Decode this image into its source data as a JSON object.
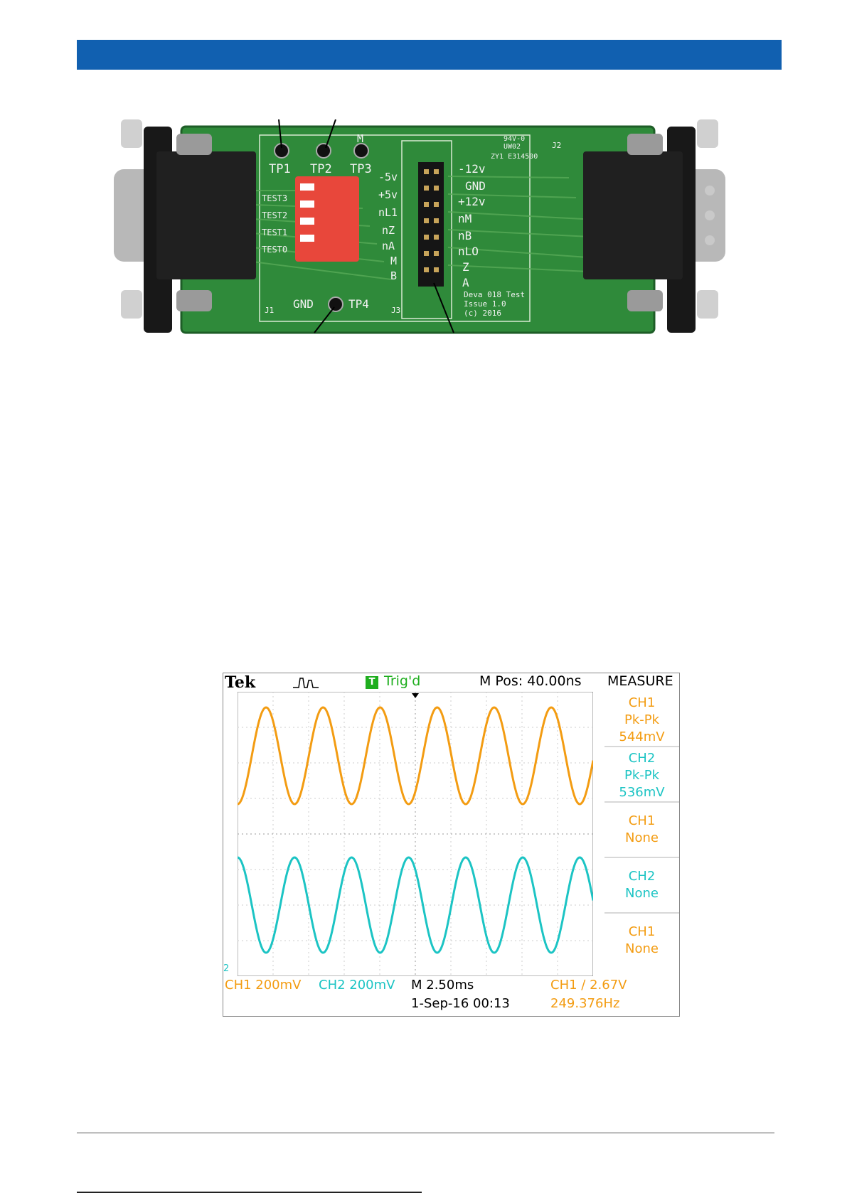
{
  "pcb": {
    "test_points": [
      "TP1",
      "TP2",
      "TP3",
      "TP4"
    ],
    "gnd_label": "GND",
    "mark_m": "M",
    "dip_labels": [
      "TEST3",
      "TEST2",
      "TEST1",
      "TEST0"
    ],
    "left_header_labels": [
      "-5v",
      "+5v",
      "nL1",
      "nZ",
      "nA",
      "M",
      "B"
    ],
    "right_header_labels": [
      "-12v",
      "GND",
      "+12v",
      "nM",
      "nB",
      "nLO",
      "Z",
      "A"
    ],
    "connector_labels": [
      "J1",
      "J3",
      "J2"
    ],
    "cert_line1": "94V-0",
    "cert_line2": "UW02",
    "cert_line3": "ZY1 E314500",
    "board_text": [
      "Deva 018 Test",
      "Issue 1.0",
      "(c) 2016"
    ]
  },
  "scope": {
    "brand": "Tek",
    "trig_box": "T",
    "trig_status": "Trig'd",
    "mpos": "M Pos: 40.00ns",
    "menu_title": "MEASURE",
    "menu": [
      {
        "ch": "CH1",
        "type": "Pk-Pk",
        "value": "544mV"
      },
      {
        "ch": "CH2",
        "type": "Pk-Pk",
        "value": "536mV"
      },
      {
        "ch": "CH1",
        "type": "None",
        "value": ""
      },
      {
        "ch": "CH2",
        "type": "None",
        "value": ""
      },
      {
        "ch": "CH1",
        "type": "None",
        "value": ""
      }
    ],
    "ch2_marker": "2",
    "ch1_scale": "CH1  200mV",
    "ch2_scale": "CH2  200mV",
    "timebase": "M 2.50ms",
    "date": "1-Sep-16 00:13",
    "trigger": "CH1 ∕ 2.67V",
    "frequency": "249.376Hz",
    "colors": {
      "ch1": "#f39c12",
      "ch2": "#1cc4c4",
      "trig": "#1fae1f"
    }
  },
  "chart_data": {
    "type": "line",
    "title": "",
    "xlabel": "",
    "ylabel": "",
    "x_unit": "ms",
    "y_unit": "mV",
    "time_per_div_ms": 2.5,
    "volts_per_div_mV": 200,
    "divisions": {
      "x": 10,
      "y": 8
    },
    "xlim": [
      0,
      25
    ],
    "series": [
      {
        "name": "CH1",
        "amplitude_pk_pk_mV": 544,
        "frequency_hz": 249.376,
        "center_div": 2.2,
        "phase_deg": -90
      },
      {
        "name": "CH2",
        "amplitude_pk_pk_mV": 536,
        "frequency_hz": 249.376,
        "center_div": -2.0,
        "phase_deg": 90
      }
    ],
    "grid": true
  }
}
